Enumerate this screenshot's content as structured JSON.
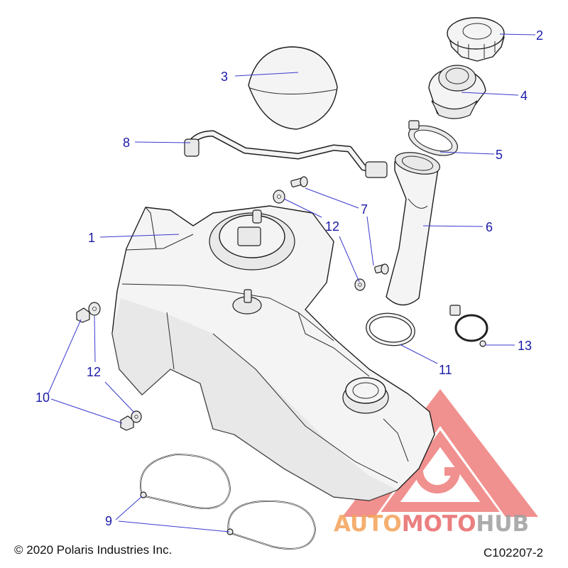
{
  "diagram": {
    "callouts": [
      "1",
      "2",
      "3",
      "4",
      "5",
      "6",
      "7",
      "8",
      "9",
      "10",
      "11",
      "12",
      "12",
      "13"
    ],
    "copyright": "© 2020 Polaris Industries Inc.",
    "drawing_code": "C102207-2"
  },
  "watermark": {
    "part1": "AUTO",
    "part2": "MOTO",
    "part3": "HUB",
    "colors": {
      "triangle": "#e53935",
      "auto": "#f4a259",
      "moto": "#e8696b",
      "hub": "#9e9e9e"
    }
  }
}
